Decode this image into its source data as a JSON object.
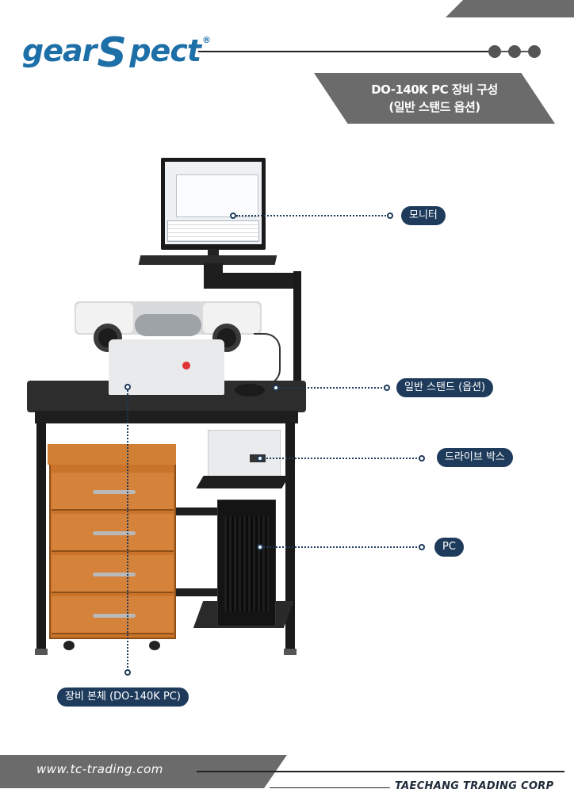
{
  "brand": {
    "logo_part1": "gear",
    "logo_s": "S",
    "logo_part2": "pect",
    "registered": "®"
  },
  "title": {
    "line1": "DO-140K PC 장비 구성",
    "line2": "(일반 스탠드 옵션)"
  },
  "callouts": {
    "monitor": "모니터",
    "stand": "일반 스탠드 (옵션)",
    "drive_box": "드라이브 박스",
    "pc": "PC",
    "main_unit": "장비 본체 (DO-140K PC)"
  },
  "footer": {
    "url": "www.tc-trading.com",
    "company": "TAECHANG TRADING CORP"
  },
  "colors": {
    "accent": "#1d6fa8",
    "callout": "#1f3b5c",
    "band": "#6b6b6b"
  }
}
